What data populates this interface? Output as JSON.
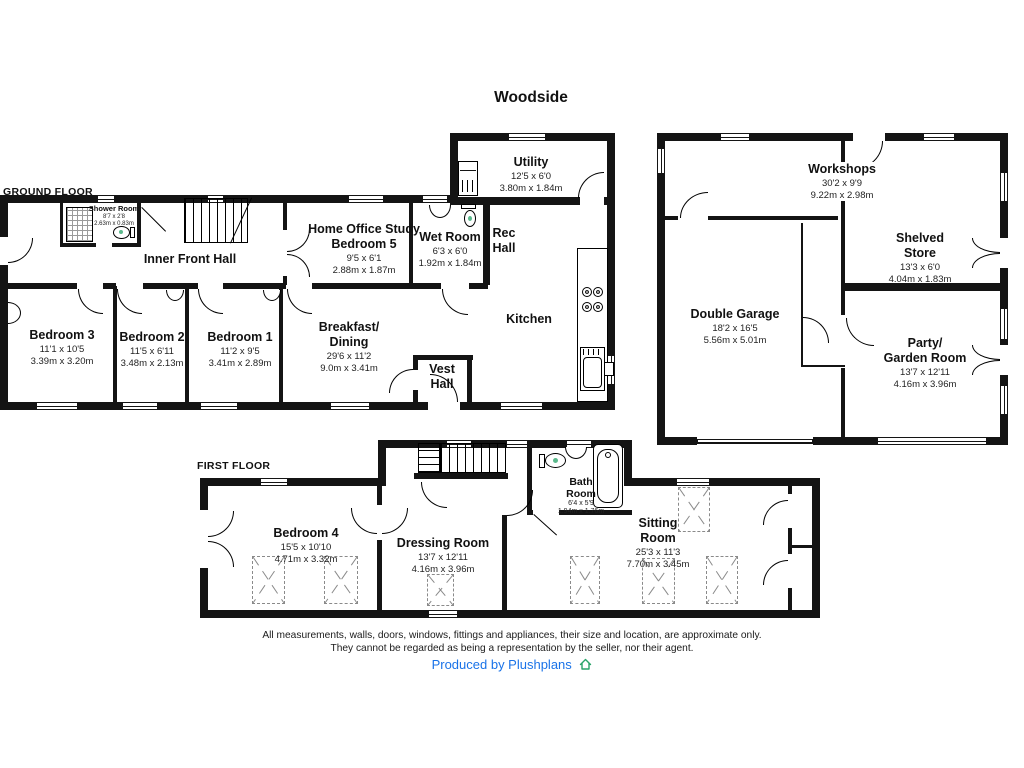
{
  "title": "Woodside",
  "floor_labels": {
    "ground": "GROUND FLOOR",
    "first": "FIRST FLOOR"
  },
  "rooms": {
    "shower_room": {
      "name": "Shower Room",
      "imperial": "8'7 x 2'8",
      "metric": "2.63m x 0.83m"
    },
    "inner_front_hall": {
      "name": "Inner Front Hall"
    },
    "bedroom_3": {
      "name": "Bedroom 3",
      "imperial": "11'1 x 10'5",
      "metric": "3.39m x 3.20m"
    },
    "bedroom_2": {
      "name": "Bedroom 2",
      "imperial": "11'5 x 6'11",
      "metric": "3.48m x 2.13m"
    },
    "bedroom_1": {
      "name": "Bedroom 1",
      "imperial": "11'2 x 9'5",
      "metric": "3.41m x 2.89m"
    },
    "home_office": {
      "name_line1": "Home Office Study",
      "name_line2": "Bedroom 5",
      "imperial": "9'5 x 6'1",
      "metric": "2.88m x 1.87m"
    },
    "wet_room": {
      "name": "Wet Room",
      "imperial": "6'3 x 6'0",
      "metric": "1.92m x 1.84m"
    },
    "rec_hall": {
      "name_line1": "Rec",
      "name_line2": "Hall"
    },
    "utility": {
      "name": "Utility",
      "imperial": "12'5 x 6'0",
      "metric": "3.80m x 1.84m"
    },
    "kitchen": {
      "name": "Kitchen"
    },
    "breakfast_dining": {
      "name_line1": "Breakfast/",
      "name_line2": "Dining",
      "imperial": "29'6 x 11'2",
      "metric": "9.0m x 3.41m"
    },
    "vest_hall": {
      "name_line1": "Vest",
      "name_line2": "Hall"
    },
    "workshops": {
      "name": "Workshops",
      "imperial": "30'2 x 9'9",
      "metric": "9.22m x 2.98m"
    },
    "shelved_store": {
      "name_line1": "Shelved",
      "name_line2": "Store",
      "imperial": "13'3 x 6'0",
      "metric": "4.04m x 1.83m"
    },
    "double_garage": {
      "name": "Double Garage",
      "imperial": "18'2 x 16'5",
      "metric": "5.56m x 5.01m"
    },
    "party_garden_room": {
      "name_line1": "Party/",
      "name_line2": "Garden Room",
      "imperial": "13'7 x 12'11",
      "metric": "4.16m x 3.96m"
    },
    "bedroom_4": {
      "name": "Bedroom 4",
      "imperial": "15'5 x 10'10",
      "metric": "4.71m x 3.32m"
    },
    "dressing_room": {
      "name": "Dressing Room",
      "imperial": "13'7 x 12'11",
      "metric": "4.16m x 3.96m"
    },
    "bath_room": {
      "name_line1": "Bath",
      "name_line2": "Room",
      "imperial": "6'4 x 5'9",
      "metric": "1.94m x 1.76m"
    },
    "sitting_room": {
      "name_line1": "Sitting",
      "name_line2": "Room",
      "imperial": "25'3 x 11'3",
      "metric": "7.70m x 3.45m"
    }
  },
  "footer": {
    "disclaimer_line1": "All measurements, walls, doors, windows, fittings and appliances, their size and location, are approximate only.",
    "disclaimer_line2": "They cannot be regarded as being a representation by the seller, nor their agent.",
    "credit": "Produced by Plushplans"
  },
  "colors": {
    "wall": "#141414",
    "credit_blue": "#1a73e8",
    "icon_green": "#2aa46a"
  }
}
